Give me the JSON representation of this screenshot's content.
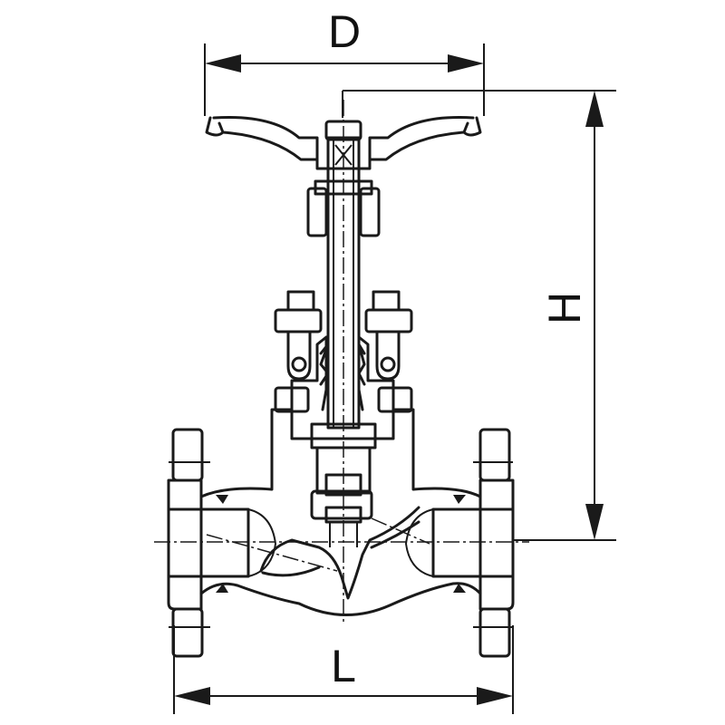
{
  "dimensions": {
    "d_label": "D",
    "h_label": "H",
    "l_label": "L"
  },
  "colors": {
    "line": "#1a1a1a",
    "background": "#ffffff"
  }
}
